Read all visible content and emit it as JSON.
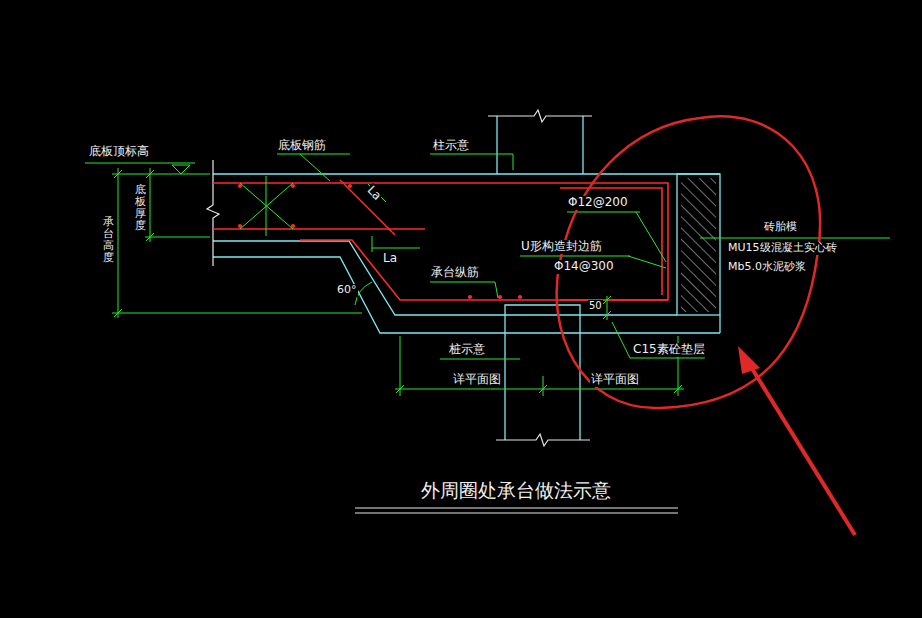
{
  "diagram": {
    "title": "外周圈处承台做法示意",
    "labels": [
      "底板顶标高",
      "底板厚度",
      "承台高度",
      "底板钢筋",
      "柱示意",
      "La",
      "Φ12@200",
      "La",
      "U形构造封边筋",
      "Φ14@300",
      "承台纵筋",
      "砖胎模",
      "MU15级混凝土实心砖",
      "Mb5.0水泥砂浆",
      "60°",
      "50",
      "C15素砼垫层",
      "桩示意",
      "详平面图",
      "详平面图"
    ]
  }
}
